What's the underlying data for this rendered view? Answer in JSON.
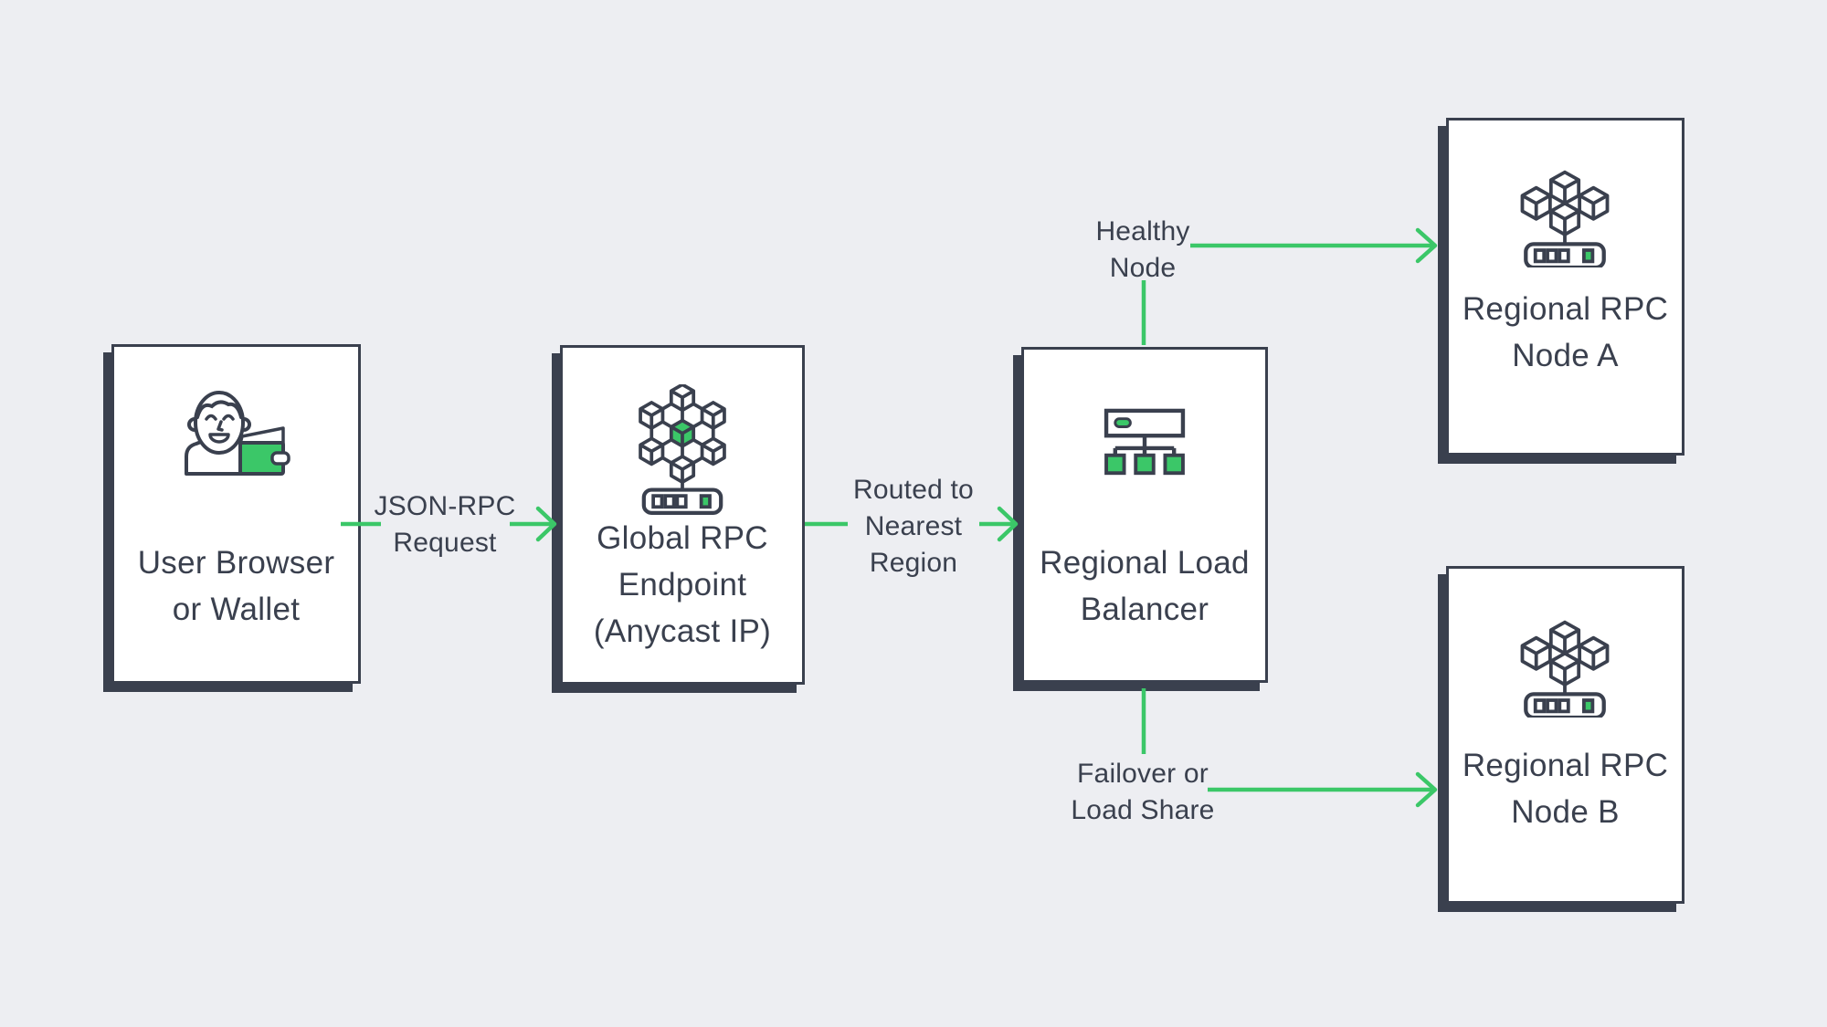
{
  "colors": {
    "background": "#edeef2",
    "ink": "#3a404e",
    "green": "#3bc768",
    "box_fill": "#ffffff"
  },
  "nodes": [
    {
      "id": "user-browser",
      "icon": "user-wallet-icon",
      "lines": [
        "User Browser",
        "or Wallet"
      ]
    },
    {
      "id": "global-endpoint",
      "icon": "global-network-server-icon",
      "lines": [
        "Global RPC",
        "Endpoint",
        "(Anycast IP)"
      ]
    },
    {
      "id": "regional-lb",
      "icon": "load-balancer-icon",
      "lines": [
        "Regional Load",
        "Balancer"
      ]
    },
    {
      "id": "node-a",
      "icon": "node-cluster-server-icon",
      "lines": [
        "Regional RPC",
        "Node A"
      ]
    },
    {
      "id": "node-b",
      "icon": "node-cluster-server-icon",
      "lines": [
        "Regional RPC",
        "Node B"
      ]
    }
  ],
  "edges": [
    {
      "id": "json-rpc-request",
      "lines": [
        "JSON-RPC",
        "Request"
      ]
    },
    {
      "id": "routed-to-nearest-region",
      "lines": [
        "Routed to",
        "Nearest",
        "Region"
      ]
    },
    {
      "id": "healthy-node",
      "lines": [
        "Healthy",
        "Node"
      ]
    },
    {
      "id": "failover-or-load-share",
      "lines": [
        "Failover or",
        "Load Share"
      ]
    }
  ]
}
